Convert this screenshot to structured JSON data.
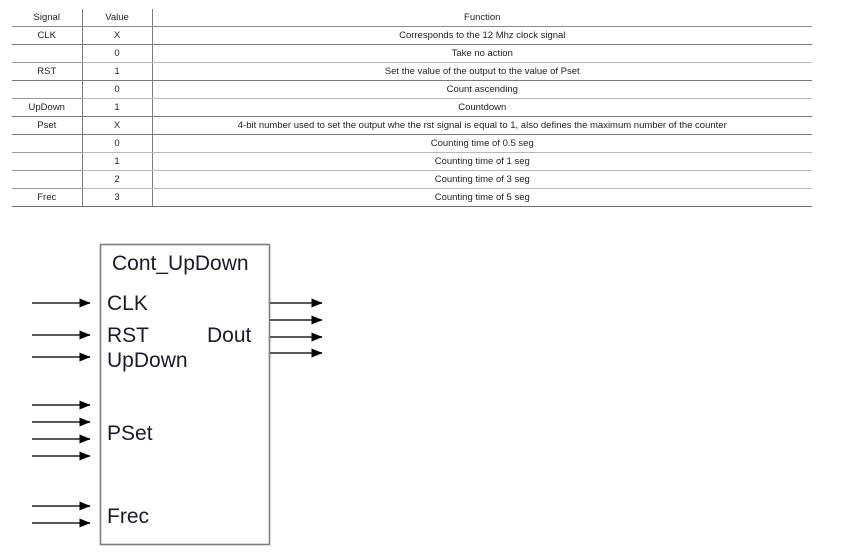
{
  "table": {
    "headers": [
      "Signal",
      "Value",
      "Function"
    ],
    "rows": [
      {
        "signal": "CLK",
        "signal_rowspan": 1,
        "value": "X",
        "function": "Corresponds to the 12 Mhz clock signal"
      },
      {
        "signal": "",
        "signal_rowspan": 0,
        "value": "0",
        "function": "Take no action"
      },
      {
        "signal": "RST",
        "signal_rowspan": 1,
        "value": "1",
        "function": "Set the value of the output to the value of Pset"
      },
      {
        "signal": "",
        "signal_rowspan": 0,
        "value": "0",
        "function": "Count ascending"
      },
      {
        "signal": "UpDown",
        "signal_rowspan": 1,
        "value": "1",
        "function": "Countdown"
      },
      {
        "signal": "Pset",
        "signal_rowspan": 1,
        "value": "X",
        "function": "4-bit number used to set the output whe the rst signal is equal to 1, also defines the maximum number of the counter"
      },
      {
        "signal": "",
        "signal_rowspan": 0,
        "value": "0",
        "function": "Counting time of 0.5 seg"
      },
      {
        "signal": "",
        "signal_rowspan": 0,
        "value": "1",
        "function": "Counting time of 1 seg"
      },
      {
        "signal": "",
        "signal_rowspan": 0,
        "value": "2",
        "function": "Counting time of 3 seg"
      },
      {
        "signal": "Frec",
        "signal_rowspan": 1,
        "value": "3",
        "function": "Counting time of 5 seg"
      }
    ]
  },
  "diagram": {
    "title": "Cont_UpDown",
    "input_ports": [
      {
        "label": "CLK",
        "arrows": 1
      },
      {
        "label": "RST",
        "arrows": 1
      },
      {
        "label": "UpDown",
        "arrows": 1
      },
      {
        "label": "PSet",
        "arrows": 4
      },
      {
        "label": "Frec",
        "arrows": 2
      }
    ],
    "output_ports": [
      {
        "label": "Dout",
        "arrows": 4
      }
    ],
    "colors": {
      "box_border": "#7f7f7f",
      "wire": "#595959",
      "arrow_head": "#000000",
      "label_text": "#1b1b28"
    }
  }
}
